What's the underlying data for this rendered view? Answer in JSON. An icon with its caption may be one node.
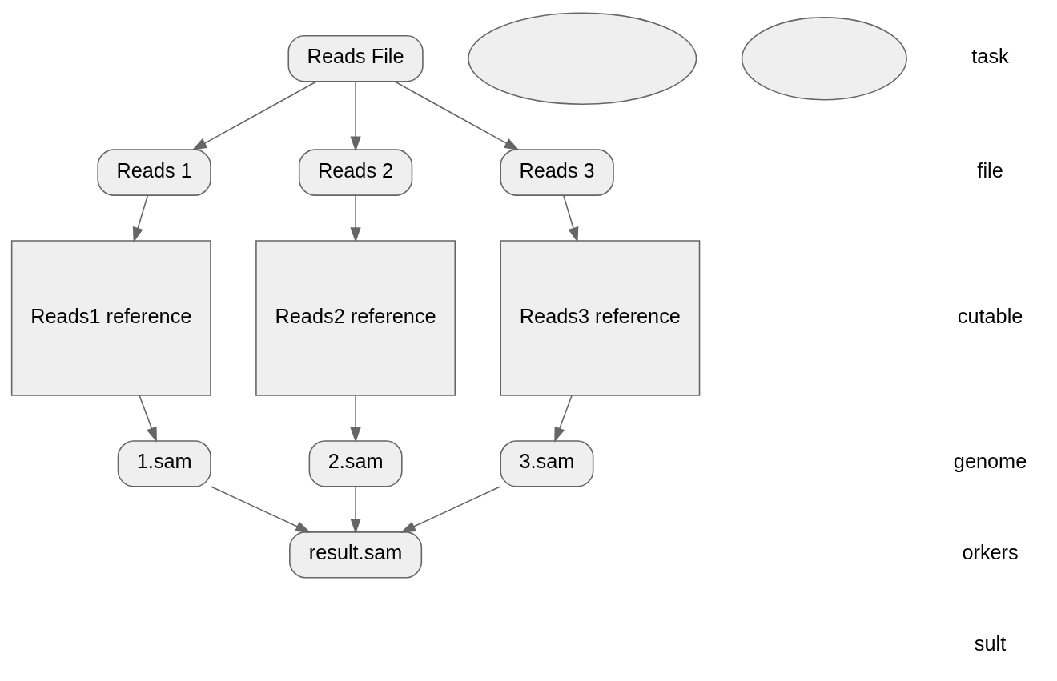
{
  "diagram": {
    "nodes": [
      {
        "text": [
          "Reads File"
        ]
      },
      {
        "text": [
          "Reads 1"
        ]
      },
      {
        "text": [
          "Reads 2"
        ]
      },
      {
        "text": [
          "Reads 3"
        ]
      },
      {
        "text": [
          "Reads1 reference"
        ]
      },
      {
        "text": [
          "Reads2 reference"
        ]
      },
      {
        "text": [
          "Reads3 reference"
        ]
      },
      {
        "text": [
          "1.sam"
        ]
      },
      {
        "text": [
          "2.sam"
        ]
      },
      {
        "text": [
          "3.sam"
        ]
      },
      {
        "text": [
          "result.sam"
        ]
      },
      {
        "text": [],
        "shape": "cloud"
      },
      {
        "text": [],
        "shape": "ellipse"
      }
    ],
    "edges": [
      {
        "from": 0,
        "to": 1,
        "arrow": "to"
      },
      {
        "from": 0,
        "to": 2,
        "arrow": "to"
      },
      {
        "from": 0,
        "to": 3,
        "arrow": "to"
      },
      {
        "from": 1,
        "to": 4,
        "arrow": "to"
      },
      {
        "from": 2,
        "to": 5,
        "arrow": "to"
      },
      {
        "from": 3,
        "to": 6,
        "arrow": "to"
      },
      {
        "from": 4,
        "to": 7,
        "arrow": "to"
      },
      {
        "from": 5,
        "to": 8,
        "arrow": "to"
      },
      {
        "from": 6,
        "to": 9,
        "arrow": "to"
      },
      {
        "from": 7,
        "to": 10,
        "arrow": "to"
      },
      {
        "from": 8,
        "to": 10,
        "arrow": "to"
      },
      {
        "from": 9,
        "to": 10,
        "arrow": "to"
      }
    ],
    "labels": [
      "task",
      "file",
      "cutable",
      "genome",
      "orkers",
      "sult"
    ]
  }
}
